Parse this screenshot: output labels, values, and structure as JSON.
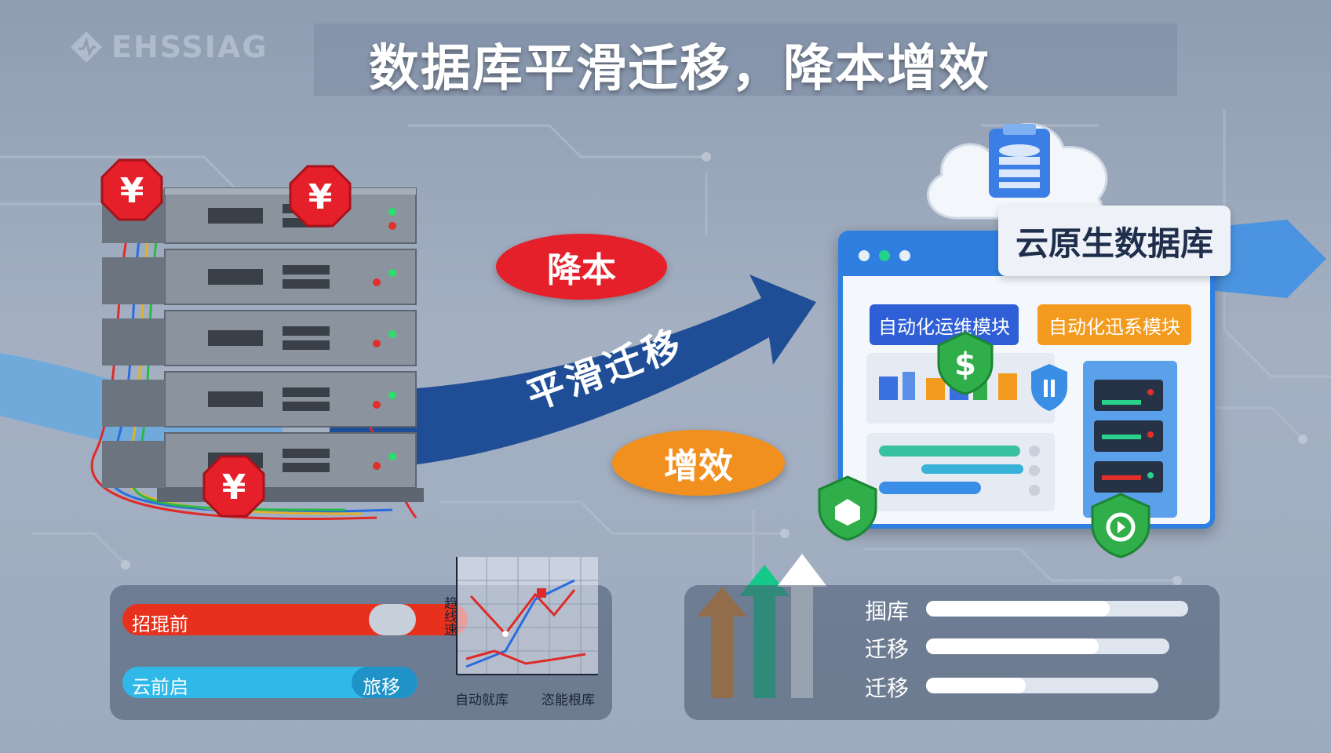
{
  "logo": {
    "text": "EHSSIAG"
  },
  "title": "数据库平滑迁移，降本增效",
  "labels": {
    "cost": "降本",
    "efficiency": "增效",
    "migration": "平滑迁移"
  },
  "cloud": {
    "label": "云原生数据库",
    "modules": [
      "自动化运维模块",
      "自动化迅系模块"
    ]
  },
  "left_panel": {
    "bars": [
      {
        "label": "招琨前",
        "fill_color": "#e8311c",
        "end_label": ""
      },
      {
        "label": "云前启",
        "fill_color": "#2fb8e8",
        "end_label": "旅移"
      }
    ],
    "chart": {
      "y_label": "趋线速",
      "x_left": "自动就库",
      "x_right": "恣能根库"
    }
  },
  "right_panel": {
    "rows": [
      {
        "label": "掴库",
        "progress": 0.7
      },
      {
        "label": "迁移",
        "progress": 0.71
      },
      {
        "label": "迁移",
        "progress": 0.43
      }
    ]
  },
  "colors": {
    "accent_blue": "#1f4e97",
    "red": "#e5202a",
    "orange": "#f1901e",
    "green": "#2fae4a"
  },
  "icons": [
    "yen-sign-icon",
    "dollar-shield-icon",
    "database-cloud-icon",
    "security-shield-icon",
    "growth-arrows-icon"
  ]
}
